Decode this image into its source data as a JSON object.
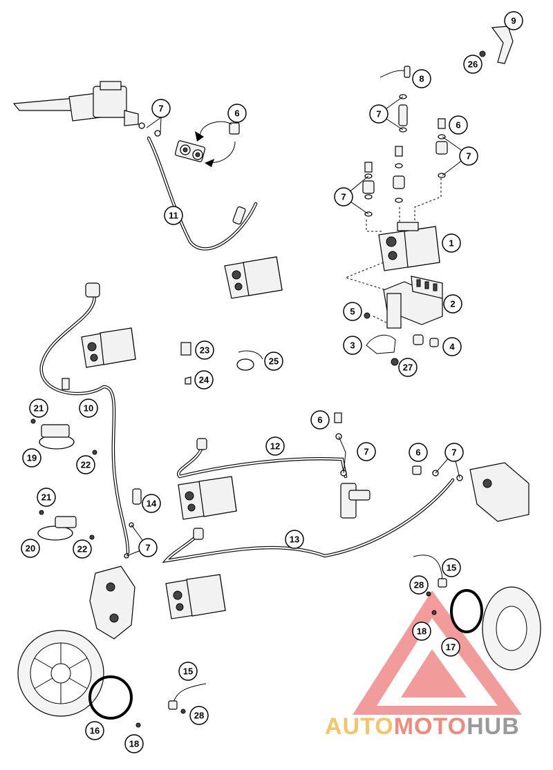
{
  "diagram": {
    "labels": [
      "1",
      "2",
      "3",
      "4",
      "5",
      "6",
      "7",
      "8",
      "9",
      "10",
      "11",
      "12",
      "13",
      "14",
      "15",
      "16",
      "17",
      "18",
      "19",
      "20",
      "21",
      "22",
      "23",
      "24",
      "25",
      "26",
      "27",
      "28"
    ]
  },
  "watermark": {
    "part1": "AUTO",
    "part2": "MOTO",
    "part3": "HUB",
    "colors": {
      "auto": "#f5c46a",
      "moto": "#f08a7a",
      "hub": "#9a9a9a",
      "triangle": "#e94a4a"
    }
  }
}
